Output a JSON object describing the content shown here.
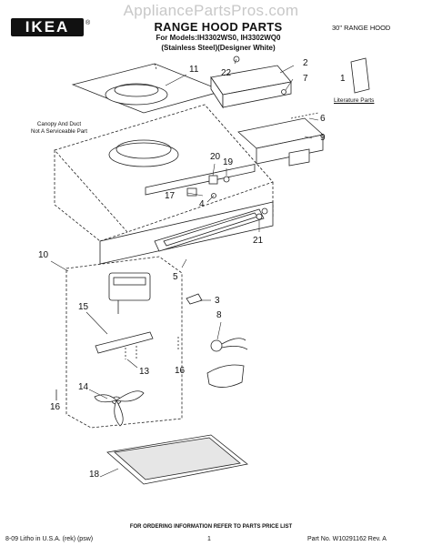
{
  "watermark": "AppliancePartsPros.com",
  "brand": {
    "logo_text": "IKEA",
    "logo_mark": "®"
  },
  "header": {
    "title": "RANGE HOOD PARTS",
    "models_line1": "For Models:IH3302WS0, IH3302WQ0",
    "models_line2": "(Stainless Steel)(Designer White)",
    "subtitle": "30\" RANGE HOOD"
  },
  "annotations": {
    "canopy_note_line1": "Canopy And Duct",
    "canopy_note_line2": "Not A Serviceable Part",
    "literature_parts": "Literature Parts"
  },
  "callouts": {
    "c1": "1",
    "c2": "2",
    "c3": "3",
    "c4": "4",
    "c5": "5",
    "c6": "6",
    "c7": "7",
    "c8": "8",
    "c9": "9",
    "c10": "10",
    "c11": "11",
    "c13": "13",
    "c14": "14",
    "c15": "15",
    "c16a": "16",
    "c16b": "16",
    "c17": "17",
    "c18": "18",
    "c19": "19",
    "c20": "20",
    "c21": "21",
    "c22": "22"
  },
  "footer": {
    "ordering_info": "FOR ORDERING INFORMATION REFER TO PARTS PRICE LIST",
    "litho": "8-09 Litho in U.S.A. (rek) (psw)",
    "page": "1",
    "part_no": "Part No. W10291162 Rev. A"
  }
}
